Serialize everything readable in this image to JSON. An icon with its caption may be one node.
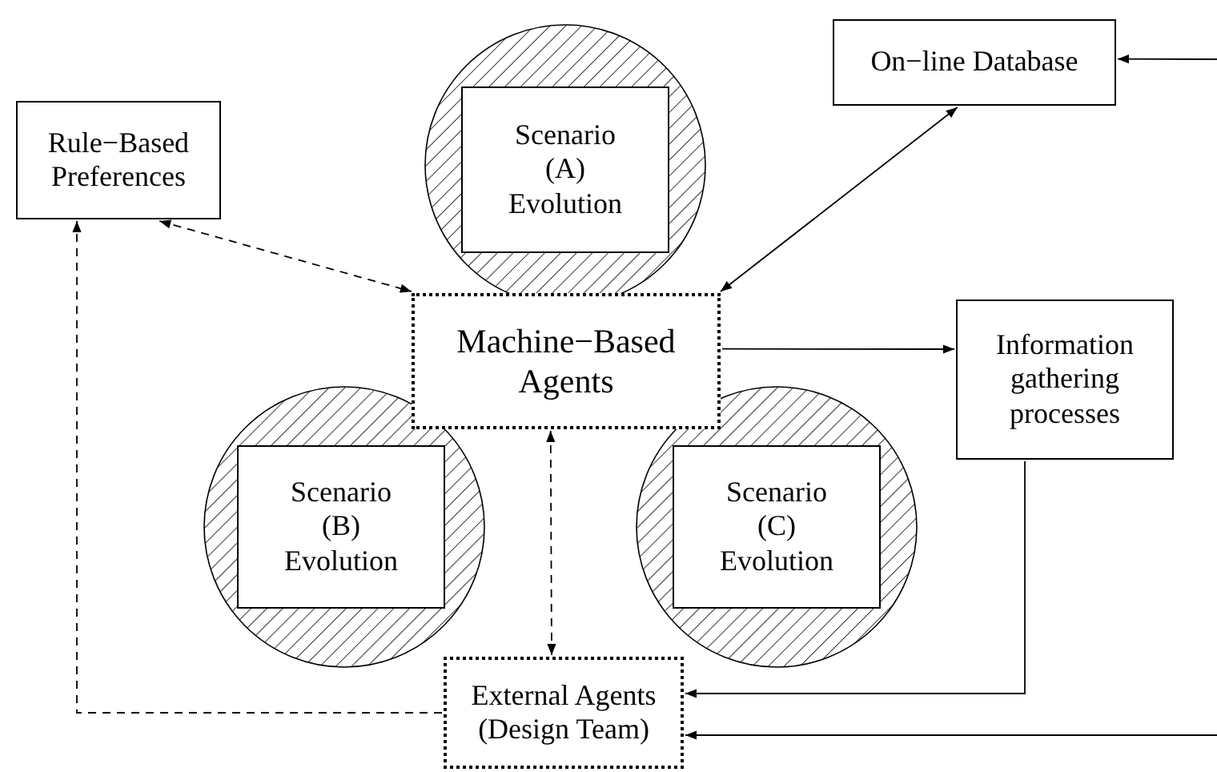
{
  "diagram": {
    "nodes": [
      {
        "text": [
          "Rule−Based Preferences"
        ]
      },
      {
        "text": [],
        "shape": "circle"
      },
      {
        "text": [
          "Scenario (A) Evolution"
        ],
        "in": 1
      },
      {
        "text": [
          "On−line Database"
        ]
      },
      {
        "text": [
          "Machine−Based Agents"
        ]
      },
      {
        "text": [
          "Information gathering processes"
        ]
      },
      {
        "text": [],
        "shape": "circle"
      },
      {
        "text": [
          "Scenario (B) Evolution"
        ],
        "in": 6
      },
      {
        "text": [],
        "shape": "circle"
      },
      {
        "text": [
          "Scenario (C) Evolution"
        ],
        "in": 8
      },
      {
        "text": [
          "External Agents (Design Team)"
        ]
      }
    ],
    "edges": [
      {
        "from": 0,
        "to": 4,
        "arrow": "both",
        "style": "dashed"
      },
      {
        "from": 3,
        "to": 4,
        "arrow": "both"
      },
      {
        "from": 4,
        "to": 5,
        "arrow": "to"
      },
      {
        "from": 4,
        "to": 10,
        "arrow": "both",
        "style": "dashed"
      },
      {
        "from": 10,
        "to": 0,
        "arrow": "to",
        "style": "dashed"
      },
      {
        "from": 5,
        "to": 10,
        "arrow": "to"
      },
      {
        "from": null,
        "to": 3,
        "arrow": "to"
      },
      {
        "from": null,
        "to": 10,
        "arrow": "to"
      }
    ]
  }
}
